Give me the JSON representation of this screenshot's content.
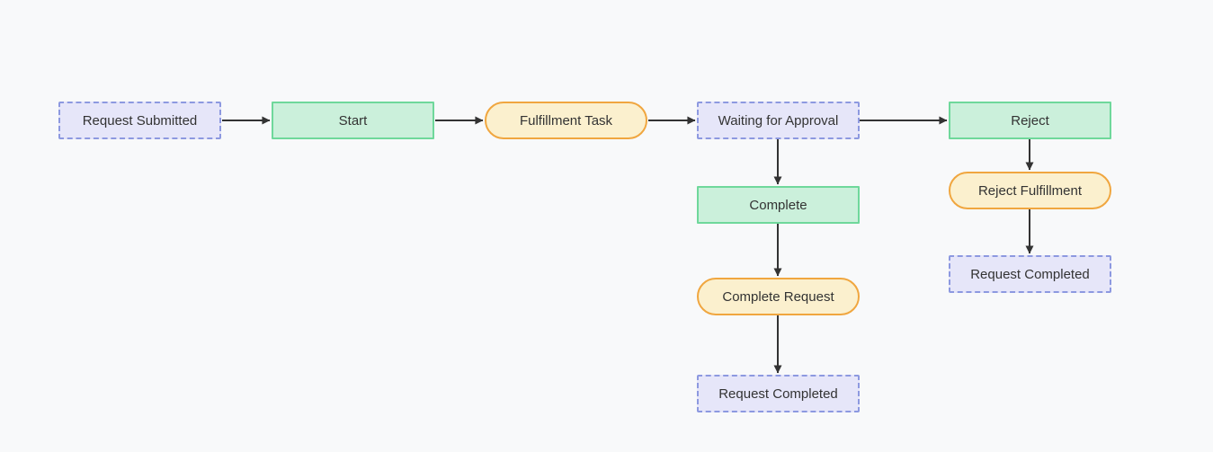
{
  "diagram": {
    "kind": "flowchart",
    "background_color": "#f8f9fa",
    "palette": {
      "state_fill": "#e6e6f9",
      "state_border": "#8d99e0",
      "action_fill": "#cbf0db",
      "action_border": "#6fd89b",
      "task_fill": "#fbf0ce",
      "task_border": "#f0a63f",
      "edge_color": "#333333",
      "text_color": "#333333"
    },
    "nodes": [
      {
        "id": "request-submitted",
        "label": "Request Submitted",
        "shape": "dashed-rect",
        "role": "state"
      },
      {
        "id": "start",
        "label": "Start",
        "shape": "rect",
        "role": "action"
      },
      {
        "id": "fulfillment-task",
        "label": "Fulfillment Task",
        "shape": "pill",
        "role": "task"
      },
      {
        "id": "waiting-for-approval",
        "label": "Waiting for Approval",
        "shape": "dashed-rect",
        "role": "state"
      },
      {
        "id": "reject",
        "label": "Reject",
        "shape": "rect",
        "role": "action"
      },
      {
        "id": "complete",
        "label": "Complete",
        "shape": "rect",
        "role": "action"
      },
      {
        "id": "complete-request",
        "label": "Complete Request",
        "shape": "pill",
        "role": "task"
      },
      {
        "id": "request-completed-main",
        "label": "Request Completed",
        "shape": "dashed-rect",
        "role": "state"
      },
      {
        "id": "reject-fulfillment",
        "label": "Reject Fulfillment",
        "shape": "pill",
        "role": "task"
      },
      {
        "id": "request-completed-reject",
        "label": "Request Completed",
        "shape": "dashed-rect",
        "role": "state"
      }
    ],
    "edges": [
      {
        "from": "request-submitted",
        "to": "start"
      },
      {
        "from": "start",
        "to": "fulfillment-task"
      },
      {
        "from": "fulfillment-task",
        "to": "waiting-for-approval"
      },
      {
        "from": "waiting-for-approval",
        "to": "reject"
      },
      {
        "from": "waiting-for-approval",
        "to": "complete"
      },
      {
        "from": "complete",
        "to": "complete-request"
      },
      {
        "from": "complete-request",
        "to": "request-completed-main"
      },
      {
        "from": "reject",
        "to": "reject-fulfillment"
      },
      {
        "from": "reject-fulfillment",
        "to": "request-completed-reject"
      }
    ]
  }
}
